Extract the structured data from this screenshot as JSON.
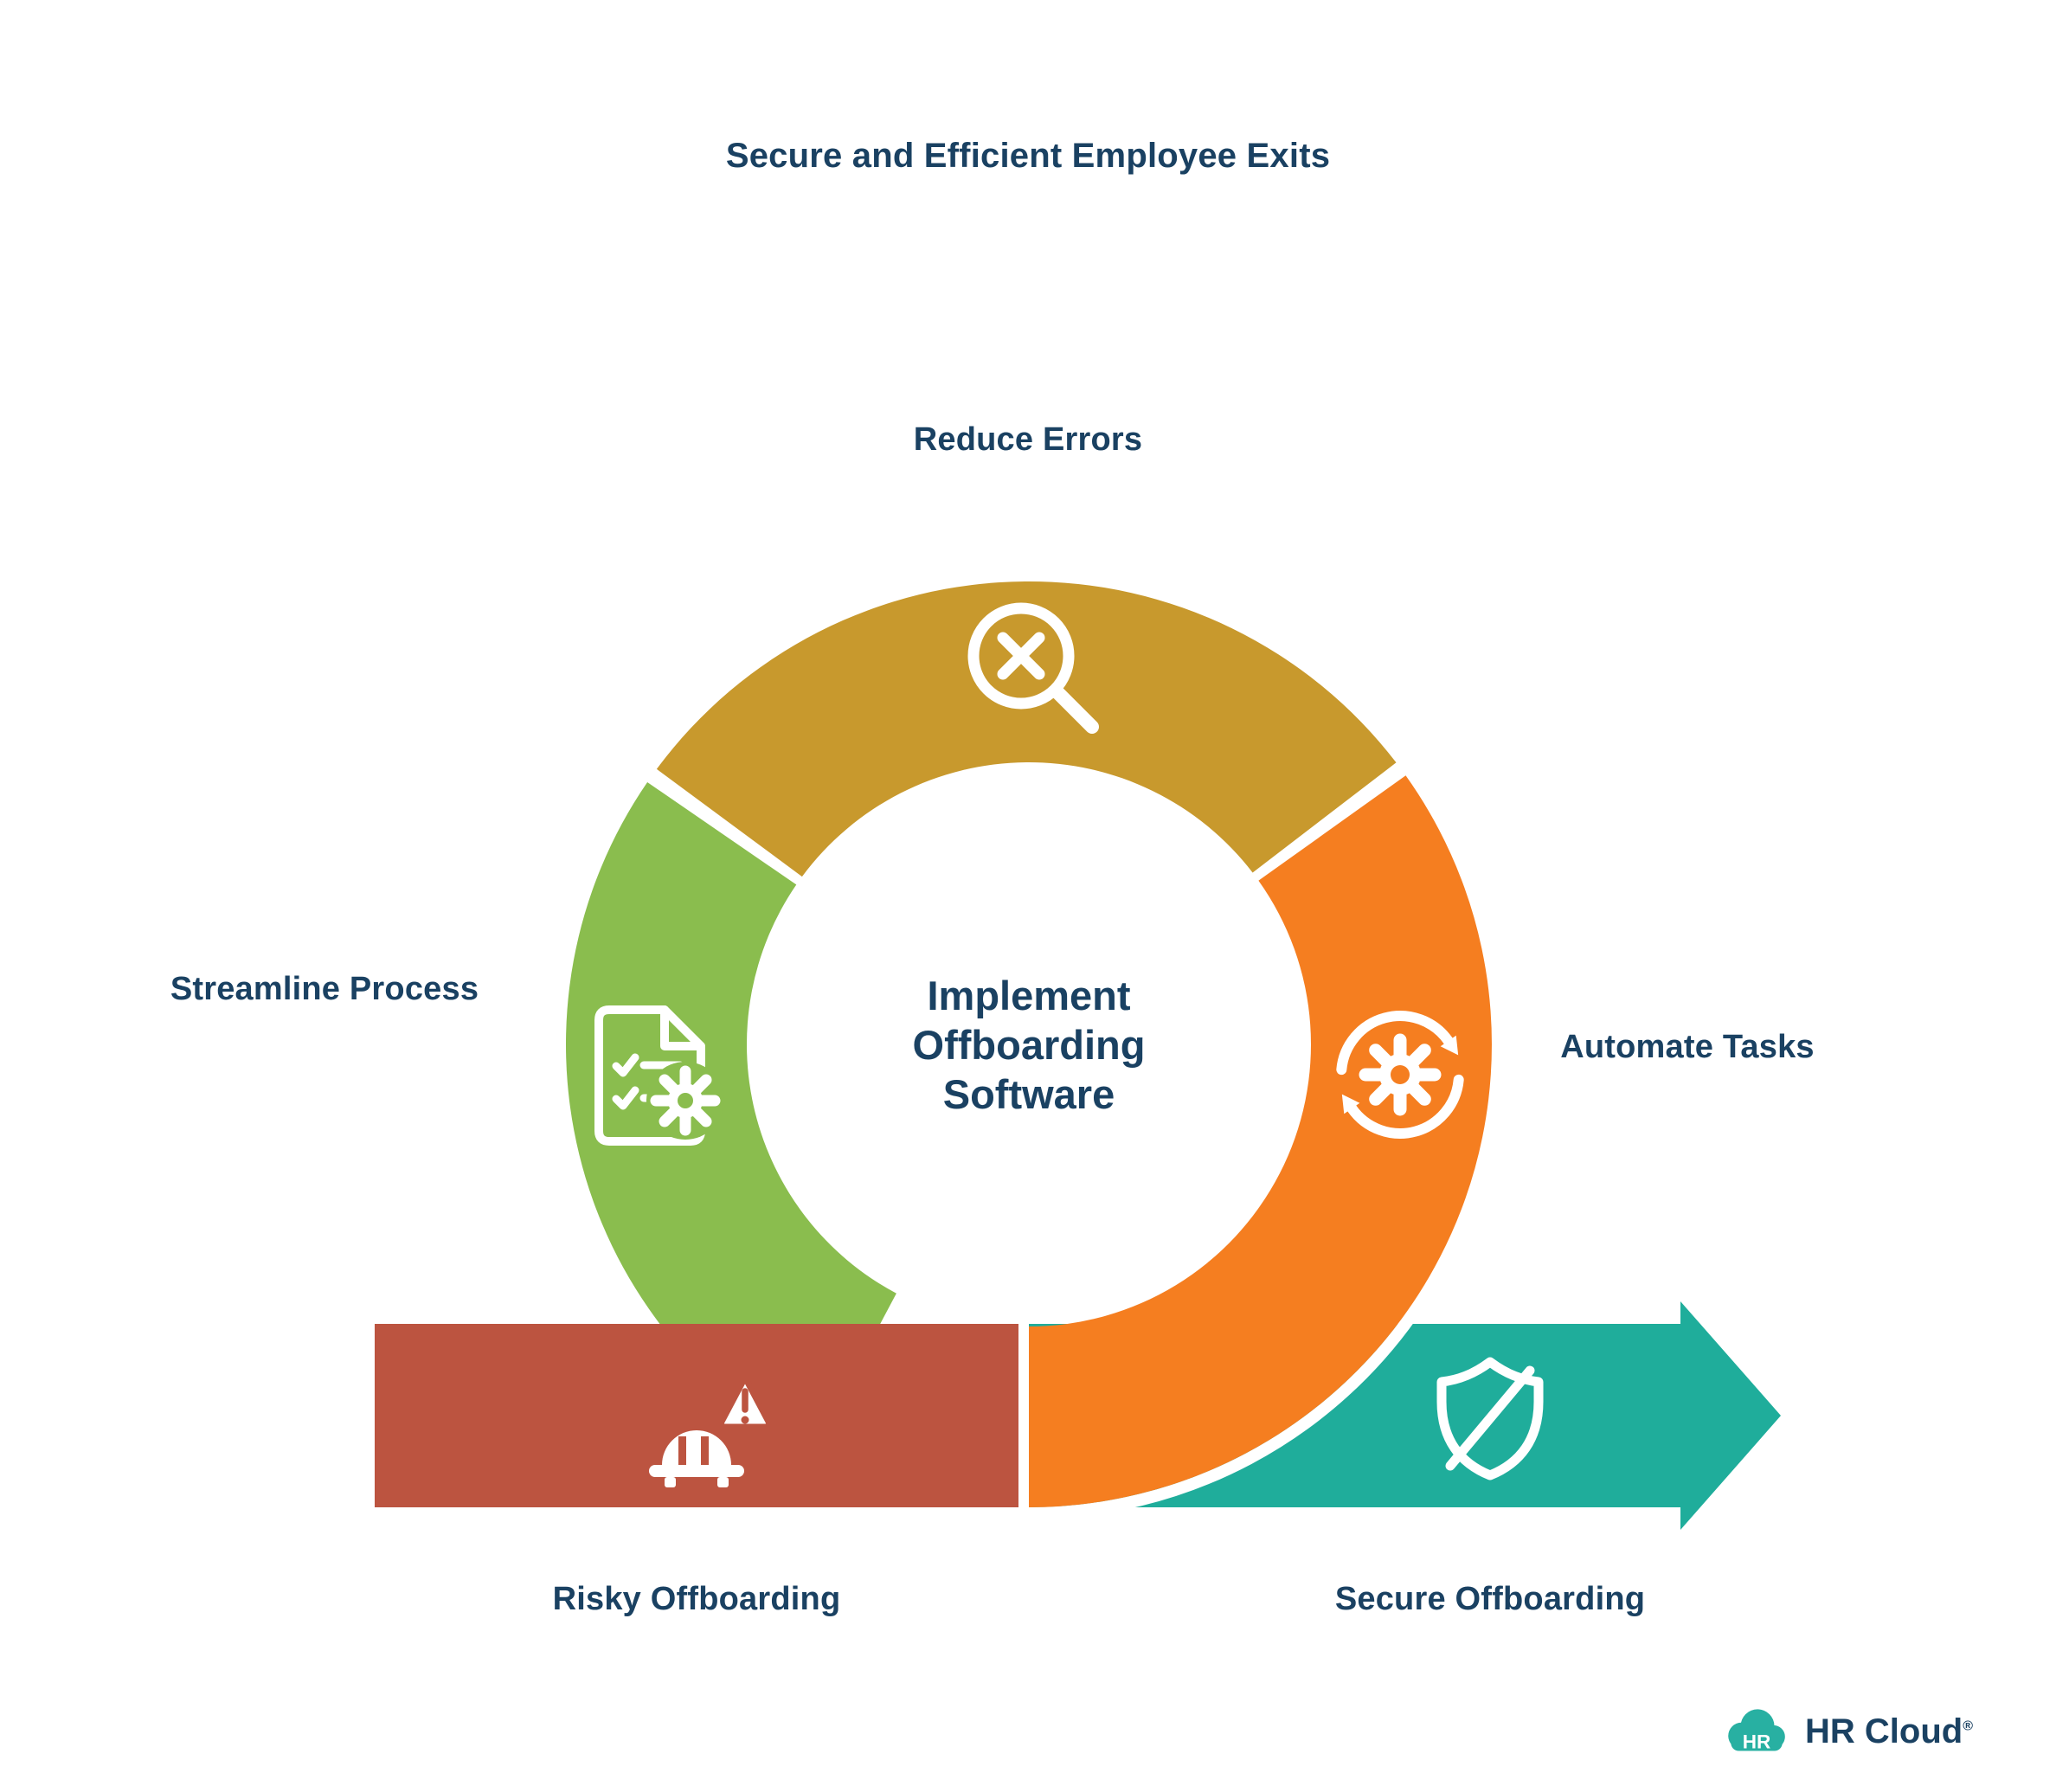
{
  "title": "Secure and Efficient Employee Exits",
  "diagram": {
    "center": {
      "lines": [
        "Implement",
        "Offboarding",
        "Software"
      ]
    },
    "segments": [
      {
        "label": "Reduce Errors",
        "color": "#C8992D",
        "icon": "magnifier-error-icon"
      },
      {
        "label": "Streamline Process",
        "color": "#8ABD4E",
        "icon": "checklist-gear-icon"
      },
      {
        "label": "Automate Tasks",
        "color": "#F57E20",
        "icon": "sync-gear-icon"
      }
    ],
    "bars": [
      {
        "label": "Risky Offboarding",
        "color": "#BC5440",
        "icon": "barrier-warning-icon"
      },
      {
        "label": "Secure Offboarding",
        "color": "#1FAD9B",
        "icon": "shield-slash-icon"
      }
    ]
  },
  "colors": {
    "navy": "#1A4162",
    "gold": "#C8992D",
    "green": "#8ABD4E",
    "orange": "#F57E20",
    "red": "#BC5440",
    "teal": "#1FAD9B",
    "logo_teal": "#28B0A2"
  },
  "logo": {
    "badge": "HR",
    "name": "HR Cloud",
    "registered": "®"
  }
}
